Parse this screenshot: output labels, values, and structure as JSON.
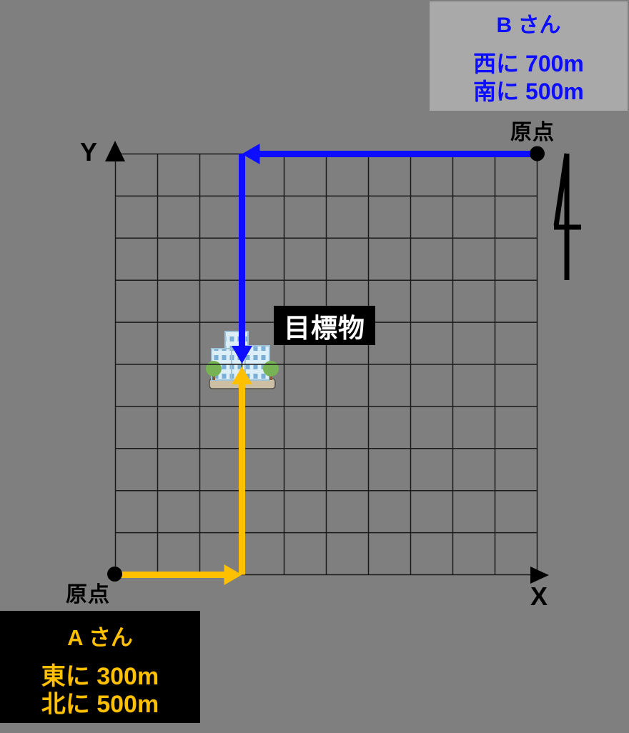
{
  "colors": {
    "background": "#7F7F7F",
    "panel_b_bg": "#A9A9A9",
    "panel_a_bg": "#000000",
    "blue": "#0D0DFF",
    "yellow": "#FFC000",
    "grid_line": "#1A1A1A",
    "label": "#000000",
    "target_bg": "#000000",
    "target_text": "#FFFFFF"
  },
  "labels": {
    "origin_top": "原点",
    "origin_bottom": "原点",
    "target": "目標物",
    "y_axis": "Y",
    "x_axis": "X"
  },
  "person_b": {
    "name": "B さん",
    "moves": [
      "西に 700m",
      "南に 500m"
    ]
  },
  "person_a": {
    "name": "A さん",
    "moves": [
      "東に 300m",
      "北に 500m"
    ]
  },
  "grid": {
    "cols": 10,
    "rows": 10
  },
  "routes": {
    "b": {
      "start": "top-right-origin",
      "cells_west": 7,
      "cells_south": 5
    },
    "a": {
      "start": "bottom-left-origin",
      "cells_east": 3,
      "cells_north": 5
    }
  },
  "annotations": {
    "handwritten_mark": "4"
  }
}
